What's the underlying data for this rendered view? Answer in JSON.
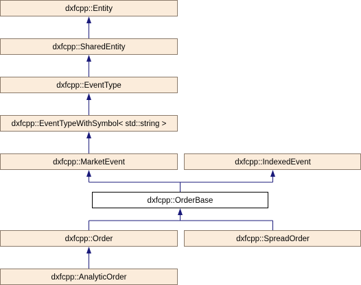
{
  "colors": {
    "node_fill": "#fbecdb",
    "node_border": "#8a7a6a",
    "current_fill": "#ffffff",
    "current_border": "#000000",
    "edge": "#1a1a7a"
  },
  "nodes": {
    "entity": "dxfcpp::Entity",
    "shared_entity": "dxfcpp::SharedEntity",
    "event_type": "dxfcpp::EventType",
    "event_type_with_symbol": "dxfcpp::EventTypeWithSymbol< std::string >",
    "market_event": "dxfcpp::MarketEvent",
    "indexed_event": "dxfcpp::IndexedEvent",
    "order_base": "dxfcpp::OrderBase",
    "order": "dxfcpp::Order",
    "spread_order": "dxfcpp::SpreadOrder",
    "analytic_order": "dxfcpp::AnalyticOrder"
  }
}
